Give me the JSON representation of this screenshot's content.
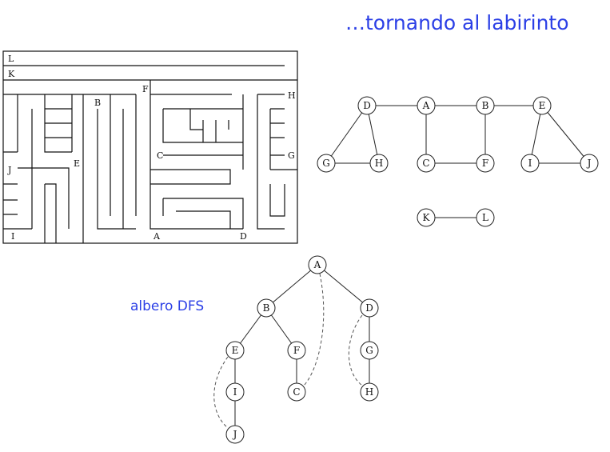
{
  "title": "…tornando al labirinto",
  "tree_label": "albero DFS",
  "maze_labels": [
    "L",
    "K",
    "F",
    "B",
    "H",
    "C",
    "G",
    "E",
    "J",
    "I",
    "A",
    "D"
  ],
  "graph": {
    "nodes": [
      "D",
      "A",
      "B",
      "E",
      "G",
      "H",
      "C",
      "F",
      "I",
      "J",
      "K",
      "L"
    ],
    "edges": [
      [
        "D",
        "A"
      ],
      [
        "A",
        "B"
      ],
      [
        "B",
        "E"
      ],
      [
        "D",
        "G"
      ],
      [
        "D",
        "H"
      ],
      [
        "G",
        "H"
      ],
      [
        "A",
        "C"
      ],
      [
        "C",
        "F"
      ],
      [
        "B",
        "F"
      ],
      [
        "E",
        "I"
      ],
      [
        "E",
        "J"
      ],
      [
        "I",
        "J"
      ],
      [
        "K",
        "L"
      ]
    ]
  },
  "dfs_tree": {
    "nodes": [
      "A",
      "B",
      "D",
      "E",
      "F",
      "G",
      "I",
      "C",
      "H",
      "J"
    ],
    "tree_edges": [
      [
        "A",
        "B"
      ],
      [
        "A",
        "D"
      ],
      [
        "B",
        "E"
      ],
      [
        "B",
        "F"
      ],
      [
        "E",
        "I"
      ],
      [
        "I",
        "J"
      ],
      [
        "F",
        "C"
      ],
      [
        "D",
        "G"
      ],
      [
        "G",
        "H"
      ]
    ],
    "back_edges": [
      [
        "A",
        "C"
      ],
      [
        "D",
        "H"
      ],
      [
        "E",
        "J"
      ]
    ]
  }
}
